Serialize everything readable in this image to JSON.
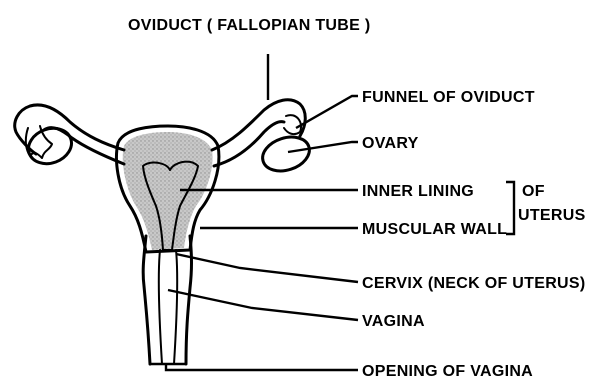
{
  "diagram": {
    "labels": {
      "oviduct": "OVIDUCT ( FALLOPIAN TUBE )",
      "funnel": "FUNNEL OF OVIDUCT",
      "ovary": "OVARY",
      "inner_lining": "INNER LINING",
      "muscular_wall": "MUSCULAR WALL",
      "of": "OF",
      "uterus": "UTERUS",
      "cervix": "CERVIX (NECK OF UTERUS)",
      "vagina": "VAGINA",
      "opening": "OPENING OF VAGINA"
    },
    "colors": {
      "ink": "#000000",
      "shading": "#bdbdbd",
      "background": "#ffffff"
    }
  }
}
